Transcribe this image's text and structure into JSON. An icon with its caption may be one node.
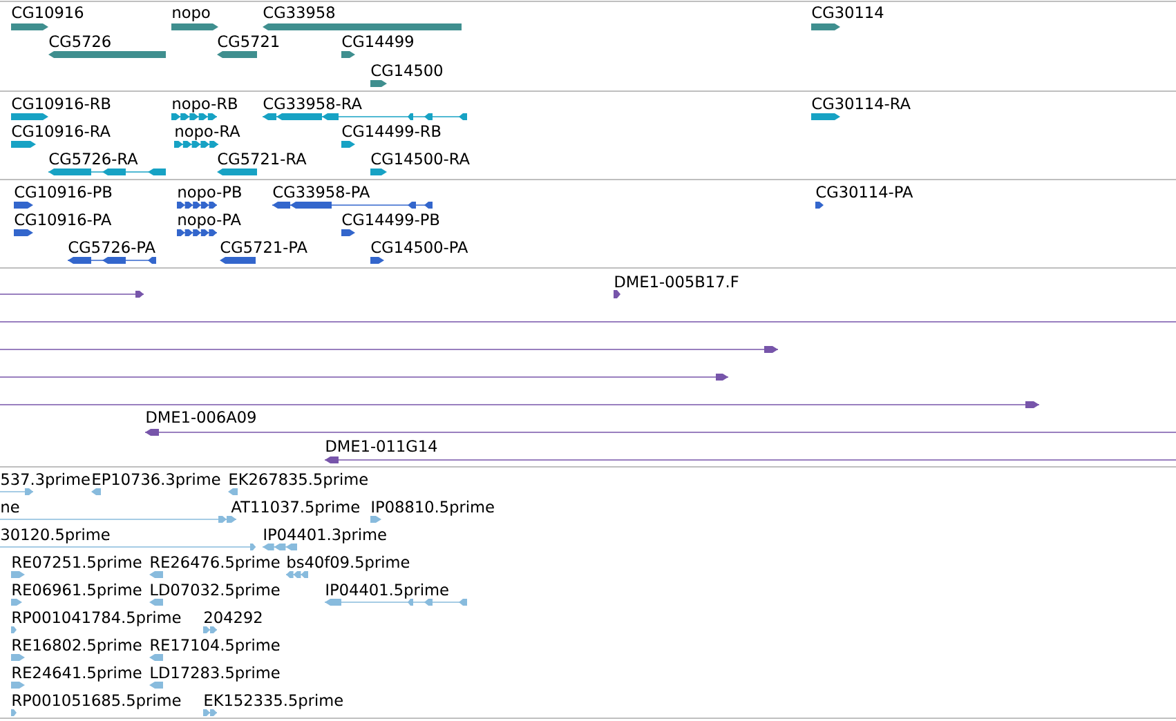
{
  "diagram": {
    "labels": [
      "CG10916",
      "nopo",
      "CG33958",
      "CG30114",
      "CG5726",
      "CG5721",
      "CG14499",
      "CG14500",
      "CG10916-RB",
      "nopo-RB",
      "CG33958-RA",
      "CG30114-RA",
      "CG10916-RA",
      "nopo-RA",
      "CG14499-RB",
      "CG5726-RA",
      "CG5721-RA",
      "CG14500-RA",
      "CG10916-PB",
      "nopo-PB",
      "CG33958-PA",
      "CG30114-PA",
      "CG10916-PA",
      "nopo-PA",
      "CG14499-PB",
      "CG5726-PA",
      "CG5721-PA",
      "CG14500-PA",
      "DME1-005B17.F",
      "DME1-006A09",
      "DME1-011G14",
      "537.3prime",
      "EP10736.3prime",
      "EK267835.5prime",
      "ne",
      "AT11037.5prime",
      "IP08810.5prime",
      "30120.5prime",
      "IP04401.3prime",
      "RE07251.5prime",
      "RE26476.5prime",
      "bs40f09.5prime",
      "RE06961.5prime",
      "LD07032.5prime",
      "IP04401.5prime",
      "RP001041784.5prime",
      "204292",
      "RE16802.5prime",
      "RE17104.5prime",
      "RE24641.5prime",
      "LD17283.5prime",
      "RP001051685.5prime",
      "EK152335.5prime"
    ]
  }
}
